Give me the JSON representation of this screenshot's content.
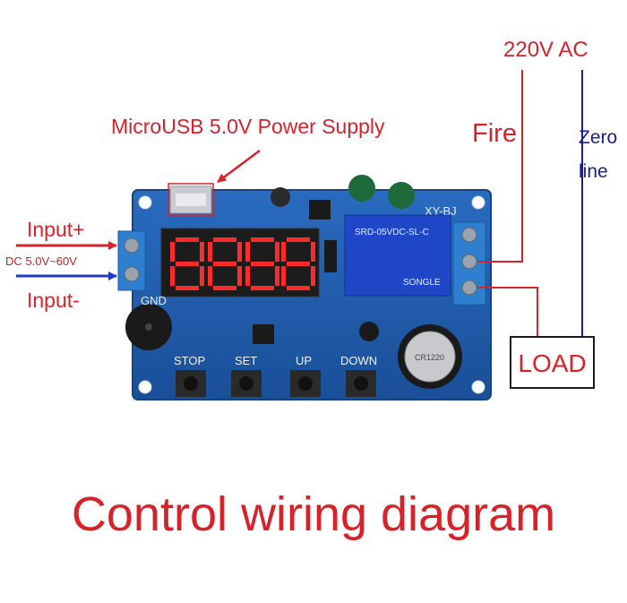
{
  "labels": {
    "usb_supply": "MicroUSB 5.0V Power Supply",
    "ac_source": "220V AC",
    "fire": "Fire",
    "zero_line": "Zero line",
    "input_plus": "Input+",
    "input_range": "DC 5.0V~60V",
    "input_minus": "Input-",
    "load": "LOAD",
    "title": "Control wiring diagram"
  },
  "board": {
    "model": "XY-BJ",
    "gnd": "GND",
    "buttons": [
      "STOP",
      "SET",
      "UP",
      "DOWN"
    ],
    "relay_text": "SRD-05VDC-SL-C",
    "relay_brand": "SONGLE",
    "battery_text": "CR1220"
  },
  "colors": {
    "label_red": "#d8222a",
    "wire_blue": "#1a1f8c",
    "pcb_blue": "#1f5fb0",
    "relay_blue": "#1f47c8",
    "terminal_blue": "#2f7fd0"
  }
}
